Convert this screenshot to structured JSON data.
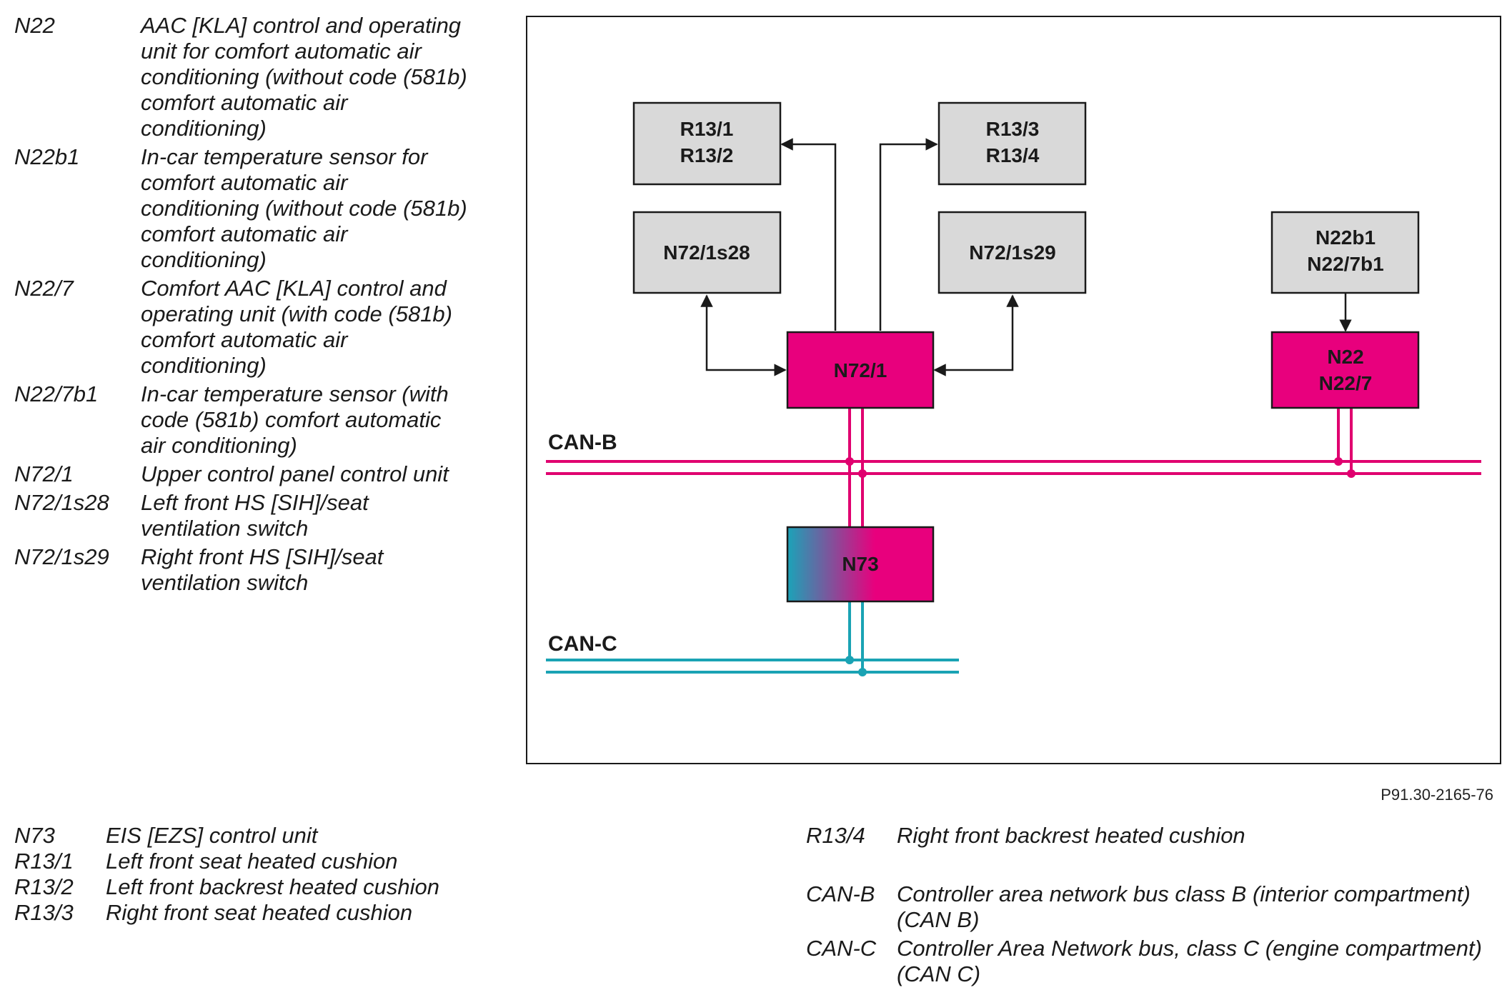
{
  "legend_top": [
    {
      "code": "N22",
      "desc": "AAC [KLA] control and operating unit for comfort automatic air conditioning (without code (581b) comfort automatic air conditioning)"
    },
    {
      "code": "N22b1",
      "desc": "In-car temperature sensor for comfort automatic air conditioning (without code (581b) comfort automatic air conditioning)"
    },
    {
      "code": "N22/7",
      "desc": "Comfort AAC [KLA] control and operating unit (with code (581b) comfort automatic air conditioning)"
    },
    {
      "code": "N22/7b1",
      "desc": "In-car temperature sensor (with code (581b) comfort automatic air conditioning)"
    },
    {
      "code": "N72/1",
      "desc": "Upper control panel control unit"
    },
    {
      "code": "N72/1s28",
      "desc": "Left front HS [SIH]/seat ventilation switch"
    },
    {
      "code": "N72/1s29",
      "desc": "Right front HS [SIH]/seat ventilation switch"
    }
  ],
  "legend_bottom_left": [
    {
      "code": "N73",
      "desc": "EIS [EZS] control unit"
    },
    {
      "code": "R13/1",
      "desc": "Left front seat heated cushion"
    },
    {
      "code": "R13/2",
      "desc": "Left front backrest heated cushion"
    },
    {
      "code": "R13/3",
      "desc": "Right front seat heated cushion"
    }
  ],
  "legend_bottom_right": [
    {
      "code": "R13/4",
      "desc": "Right front backrest heated cushion"
    },
    {
      "code": "CAN-B",
      "desc": "Controller area network bus class B (interior compartment) (CAN B)"
    },
    {
      "code": "CAN-C",
      "desc": "Controller Area Network bus, class C (engine compartment) (CAN C)"
    }
  ],
  "figure_id": "P91.30-2165-76",
  "diagram": {
    "boxes": {
      "r13_12": {
        "line1": "R13/1",
        "line2": "R13/2"
      },
      "r13_34": {
        "line1": "R13/3",
        "line2": "R13/4"
      },
      "s28": {
        "line1": "N72/1s28"
      },
      "s29": {
        "line1": "N72/1s29"
      },
      "n22b1": {
        "line1": "N22b1",
        "line2": "N22/7b1"
      },
      "n72_1": {
        "line1": "N72/1"
      },
      "n22": {
        "line1": "N22",
        "line2": "N22/7"
      },
      "n73": {
        "line1": "N73"
      }
    },
    "bus_labels": {
      "can_b": "CAN-B",
      "can_c": "CAN-C"
    },
    "colors": {
      "gray_box": "#d9d9d9",
      "magenta": "#e8007d",
      "can_b_line": "#e0006f",
      "can_c_line": "#1aa3b4",
      "gradient_start": "#1ba3b8"
    }
  }
}
